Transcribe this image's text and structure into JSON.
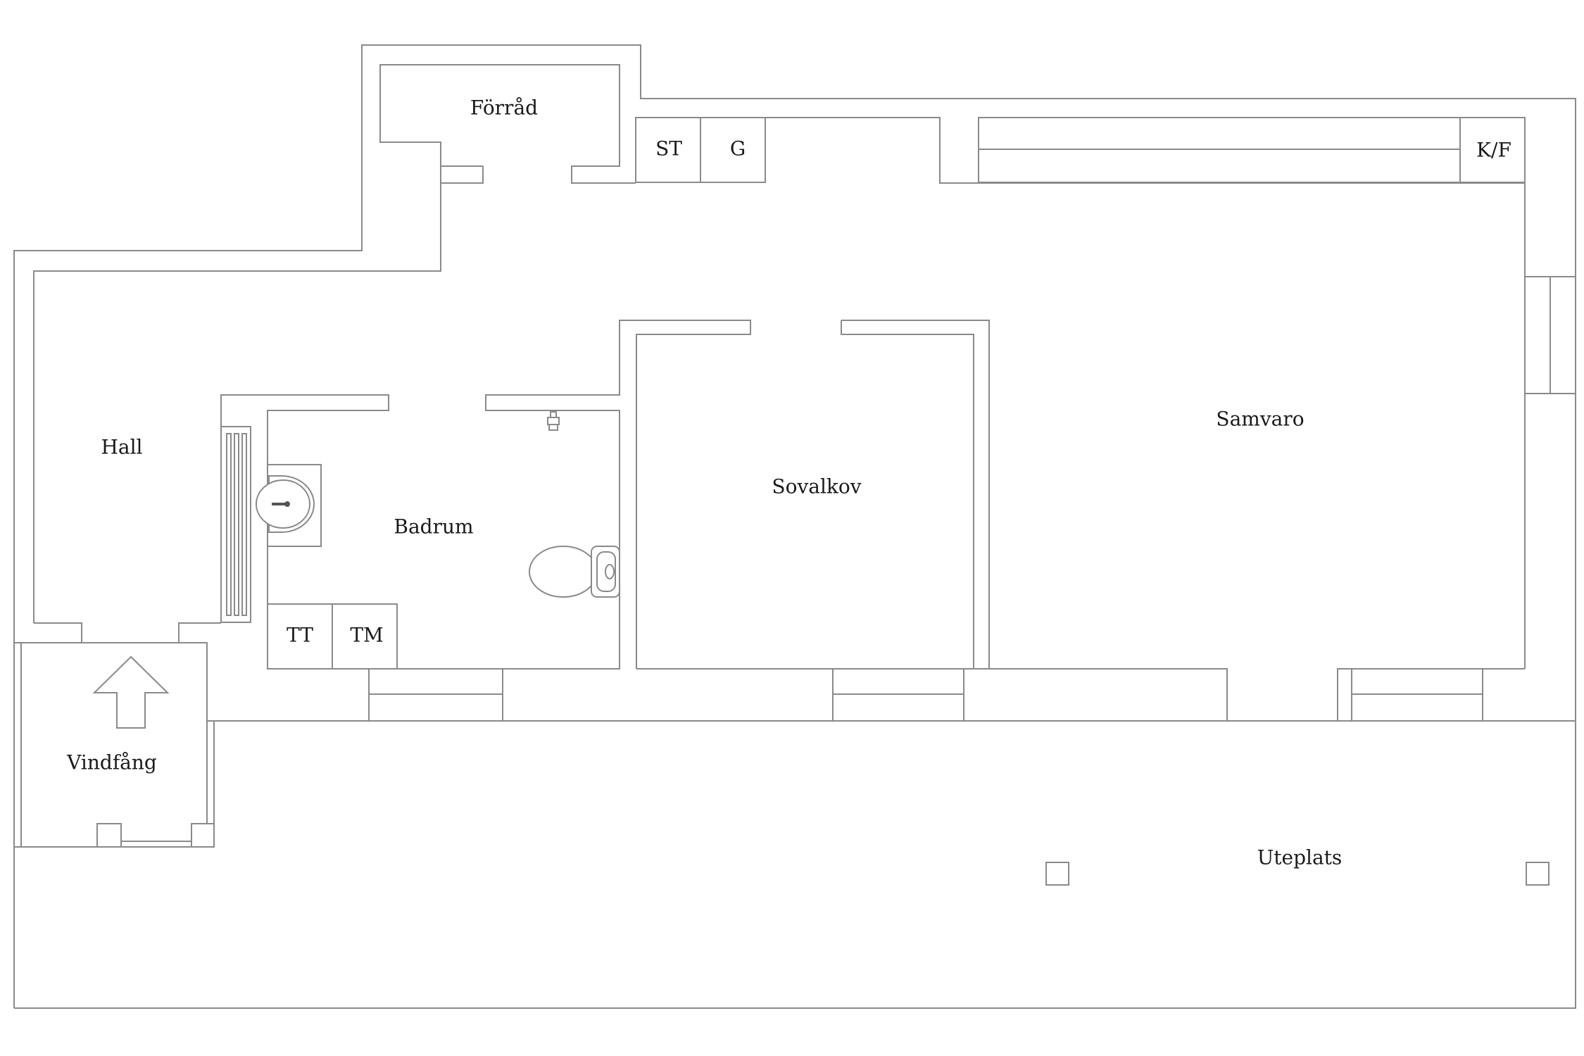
{
  "rooms": {
    "forrad": "Förråd",
    "st": "ST",
    "g": "G",
    "kf": "K/F",
    "hall": "Hall",
    "badrum": "Badrum",
    "sovalkov": "Sovalkov",
    "samvaro": "Samvaro",
    "tt": "TT",
    "tm": "TM",
    "vindfang": "Vindfång",
    "uteplats": "Uteplats"
  },
  "icons": [
    "entrance-arrow-icon",
    "sink-icon",
    "toilet-icon",
    "radiator-icon",
    "shower-head-icon"
  ],
  "colors": {
    "line": "#8a8a8a",
    "text": "#1a1a1a",
    "background": "#ffffff"
  }
}
